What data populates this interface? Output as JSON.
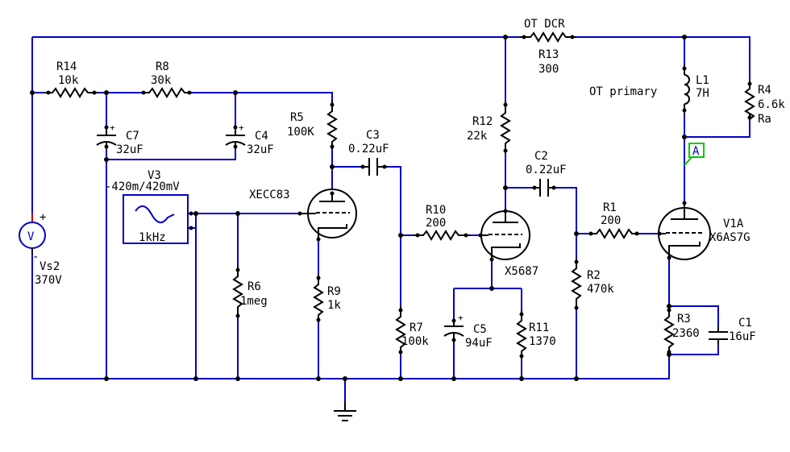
{
  "colors": {
    "wire": "#0000c8",
    "component": "#000000",
    "marker": "#00cc00",
    "probe": "#0000c8"
  },
  "components": {
    "r14": {
      "ref": "R14",
      "value": "10k"
    },
    "r8": {
      "ref": "R8",
      "value": "30k"
    },
    "c7": {
      "ref": "C7",
      "value": "32uF"
    },
    "c4": {
      "ref": "C4",
      "value": "32uF"
    },
    "r5": {
      "ref": "R5",
      "value": "100K"
    },
    "c3": {
      "ref": "C3",
      "value": "0.22uF"
    },
    "v3": {
      "ref": "V3",
      "value": "-420m/420mV",
      "freq": "1kHz"
    },
    "xecc83": {
      "ref": "XECC83"
    },
    "r6": {
      "ref": "R6",
      "value": "1meg"
    },
    "r9": {
      "ref": "R9",
      "value": "1k"
    },
    "r7": {
      "ref": "R7",
      "value": "100k"
    },
    "r10": {
      "ref": "R10",
      "value": "200"
    },
    "r12": {
      "ref": "R12",
      "value": "22k"
    },
    "x5687": {
      "ref": "X5687"
    },
    "c2": {
      "ref": "C2",
      "value": "0.22uF"
    },
    "c5": {
      "ref": "C5",
      "value": "94uF"
    },
    "r11": {
      "ref": "R11",
      "value": "1370"
    },
    "r13": {
      "ref": "R13",
      "value": "300",
      "label": "OT DCR"
    },
    "r1": {
      "ref": "R1",
      "value": "200"
    },
    "r2": {
      "ref": "R2",
      "value": "470k"
    },
    "l1": {
      "ref": "L1",
      "value": "7H",
      "label": "OT primary"
    },
    "r4": {
      "ref": "R4",
      "value": "6.6k",
      "label": "Ra"
    },
    "v1a": {
      "ref": "V1A",
      "value": "X6AS7G"
    },
    "r3": {
      "ref": "R3",
      "value": "2360"
    },
    "c1": {
      "ref": "C1",
      "value": "16uF"
    },
    "vs2": {
      "ref": "Vs2",
      "value": "370V",
      "symbol": "V",
      "plus": "+",
      "minus": "-"
    },
    "probe_a": {
      "label": "A"
    }
  }
}
